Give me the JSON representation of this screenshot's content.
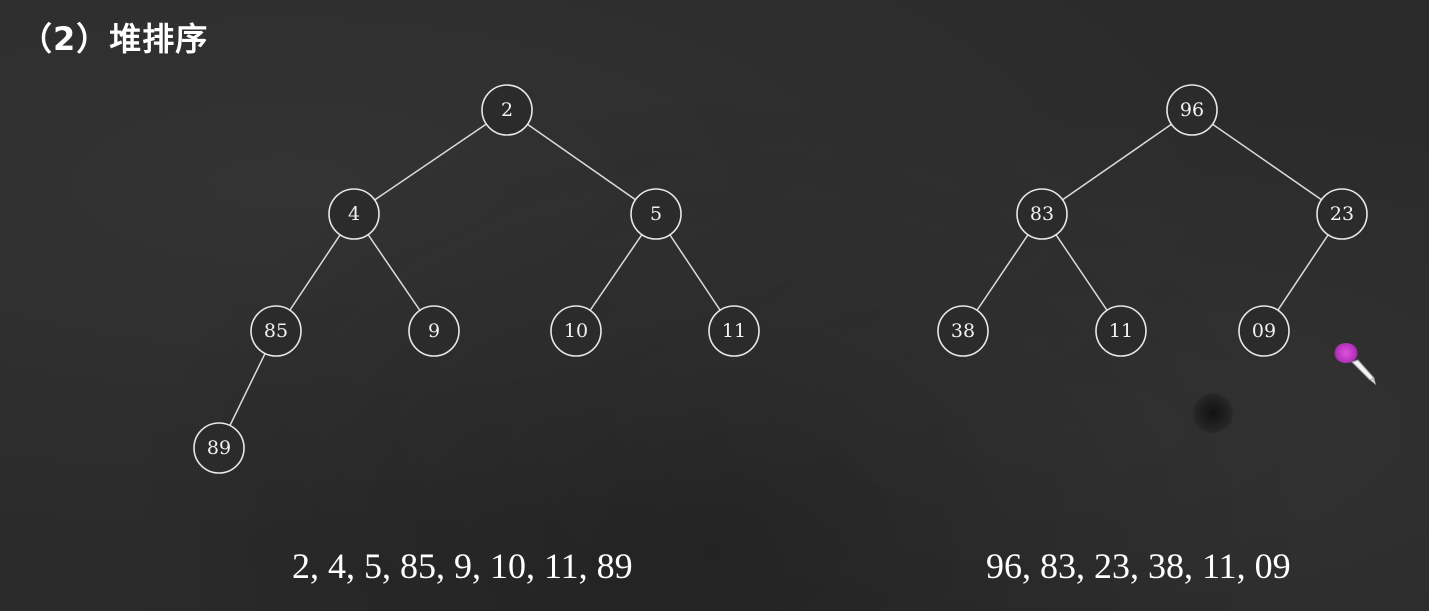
{
  "title": "（2）堆排序",
  "left_tree": {
    "nodes": [
      "2",
      "4",
      "5",
      "85",
      "9",
      "10",
      "11",
      "89"
    ],
    "sequence": "2, 4, 5, 85, 9, 10, 11, 89"
  },
  "right_tree": {
    "nodes": [
      "96",
      "83",
      "23",
      "38",
      "11",
      "09"
    ],
    "sequence": "96, 83, 23, 38, 11, 09"
  },
  "colors": {
    "background": "#2b2b2b",
    "chalk": "#f2f2f2",
    "cursor": "#d040d8"
  }
}
